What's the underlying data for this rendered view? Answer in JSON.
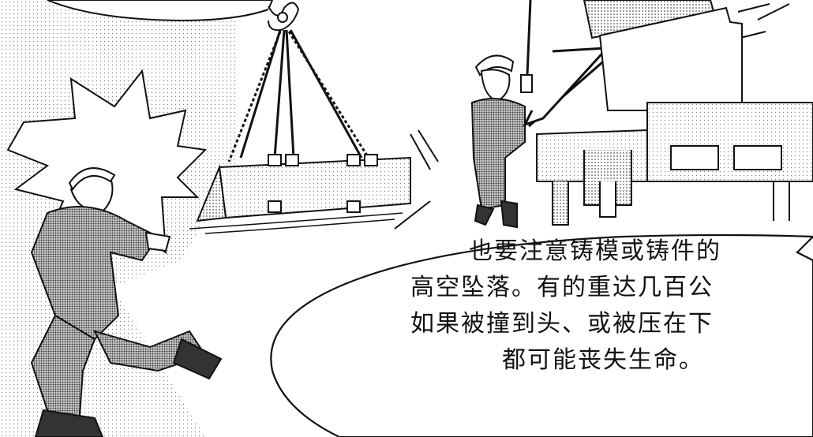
{
  "caption": {
    "line1": "也要注意铸模或铸件的",
    "line2": "高空坠落。有的重达几百公",
    "line3": "如果被撞到头、或被压在下",
    "line4": "都可能丧失生命。"
  }
}
